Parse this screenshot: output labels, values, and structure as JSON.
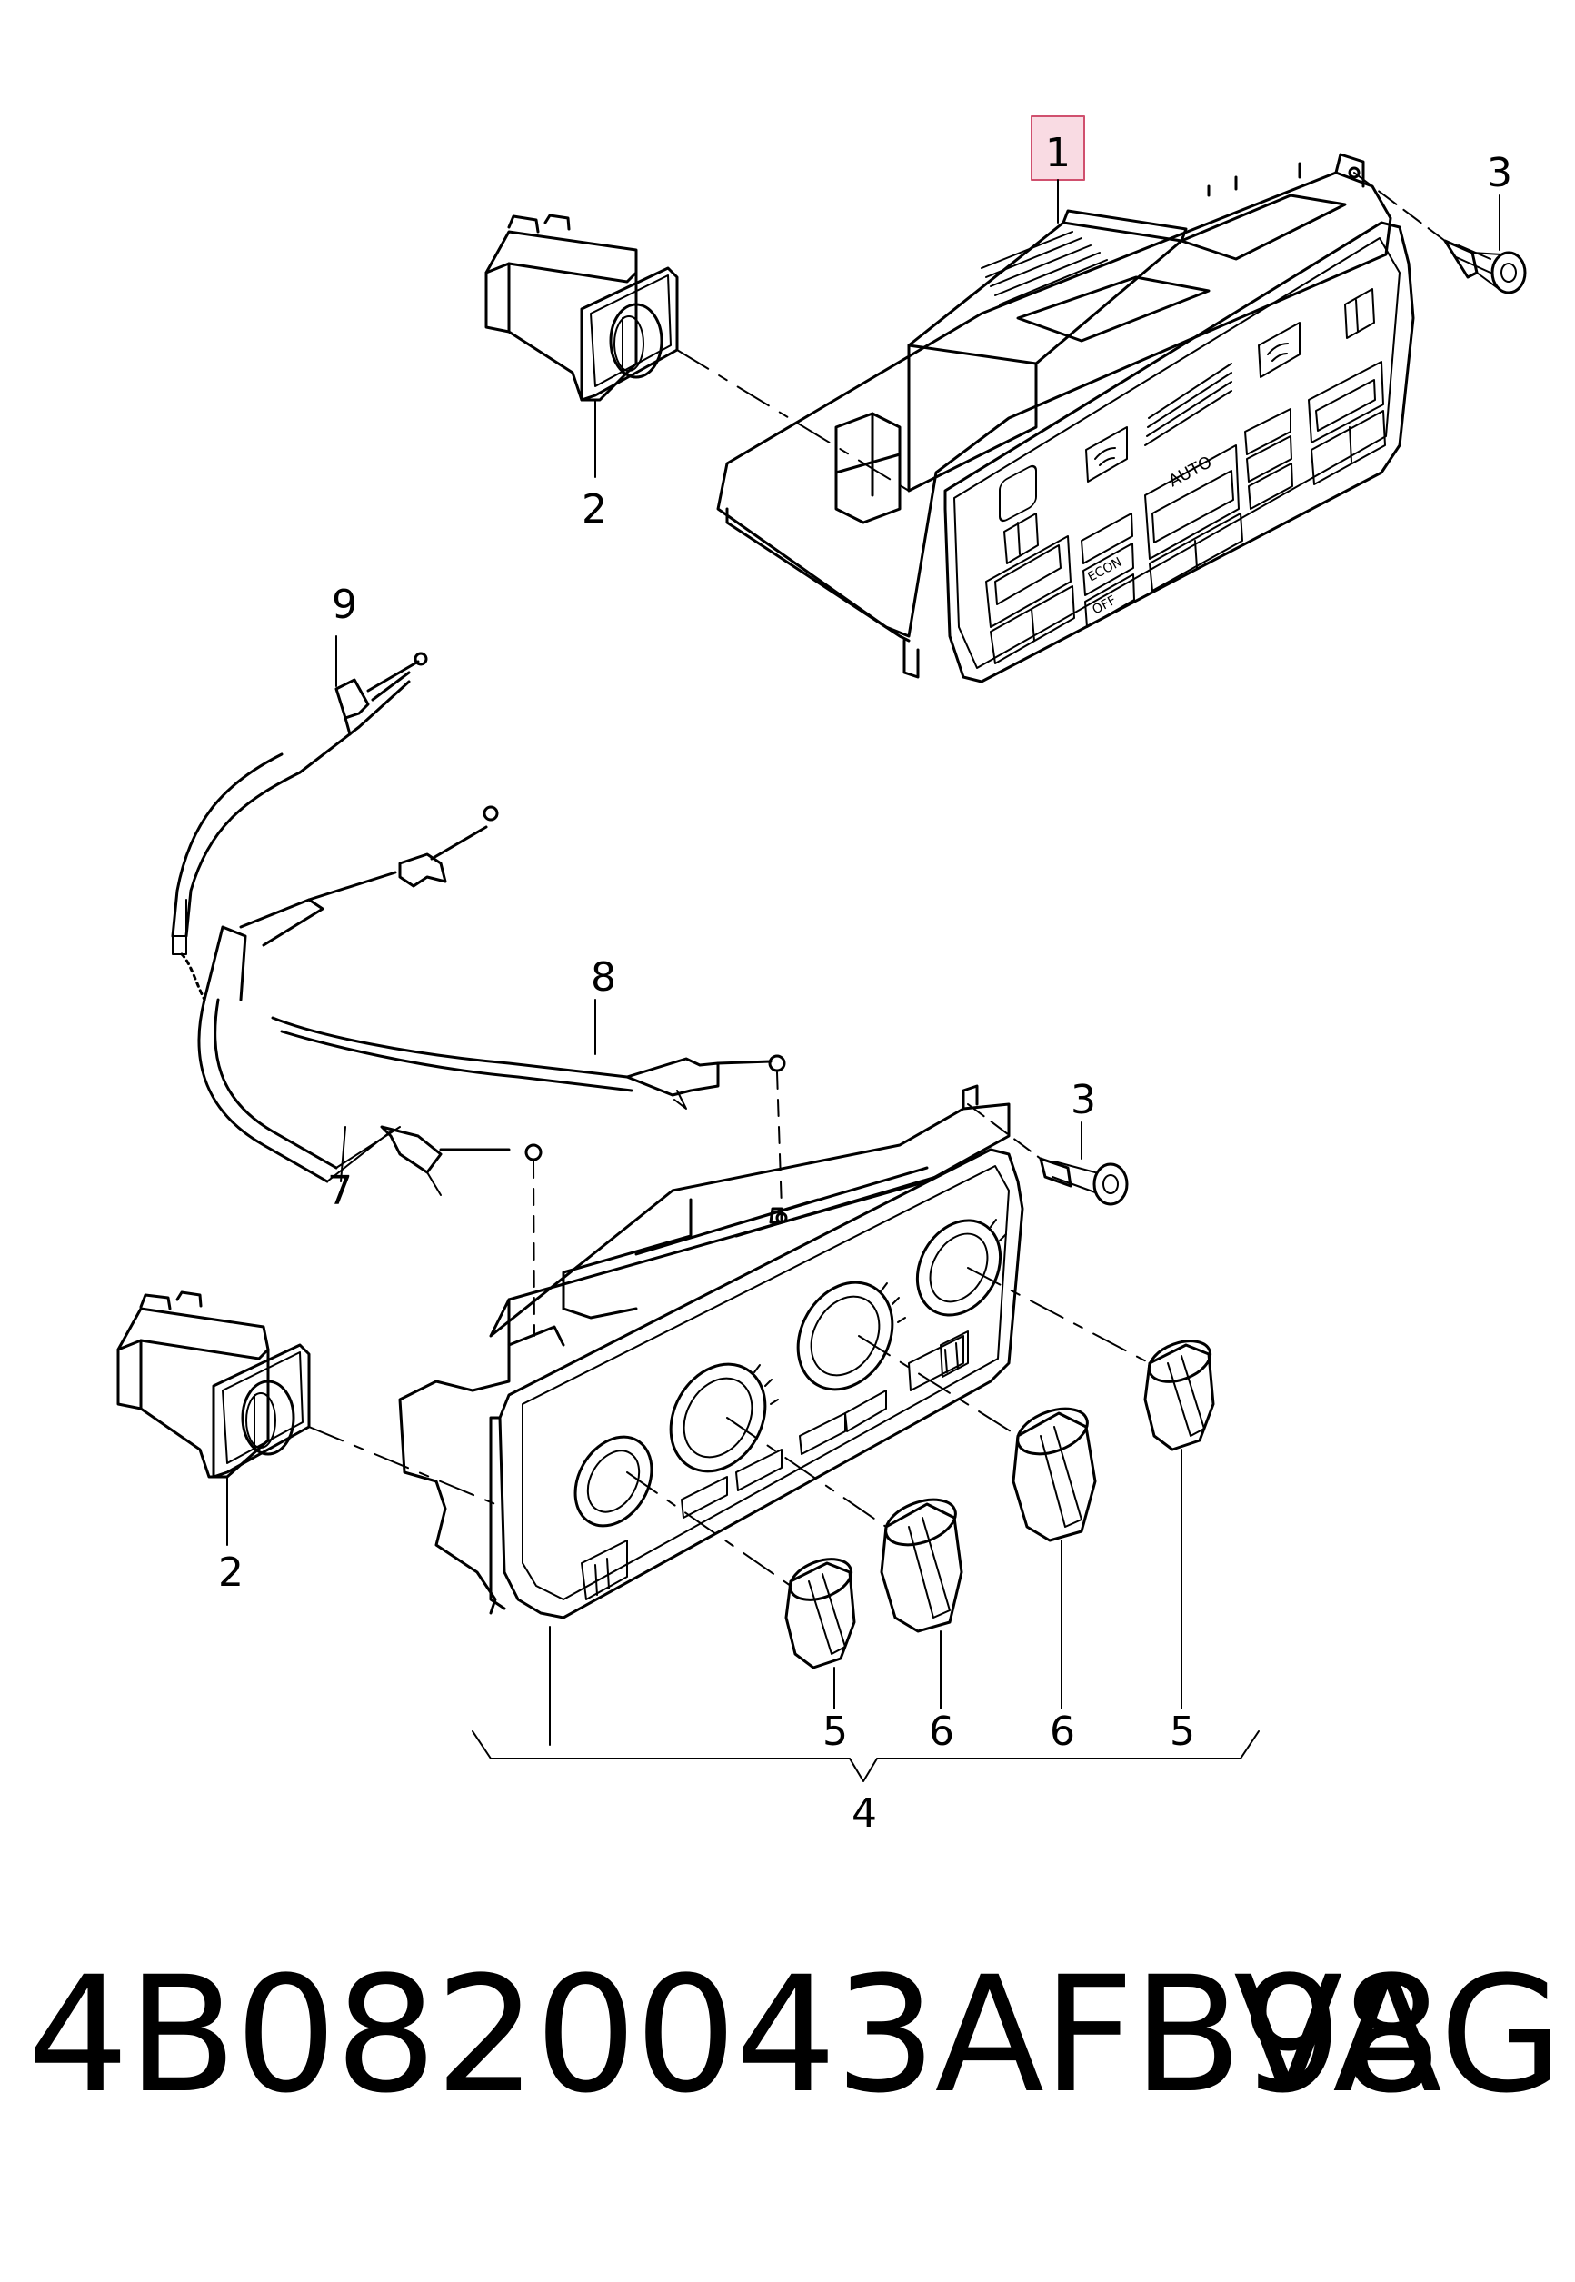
{
  "callouts": {
    "c1": "1",
    "c2_top": "2",
    "c3_top": "3",
    "c9": "9",
    "c8": "8",
    "c7": "7",
    "c3_bottom": "3",
    "c2_bottom": "2",
    "c5_left": "5",
    "c6_left": "6",
    "c6_right": "6",
    "c5_right": "5",
    "c4": "4"
  },
  "panel_text": {
    "auto": "AUTO",
    "econ": "ECON",
    "off": "OFF"
  },
  "footer": {
    "part_number": "4B0820043AFB98",
    "brand": "VAG"
  },
  "colors": {
    "line": "#000000",
    "highlight_fill": "#f9dbe3",
    "highlight_stroke": "#d0506e"
  }
}
